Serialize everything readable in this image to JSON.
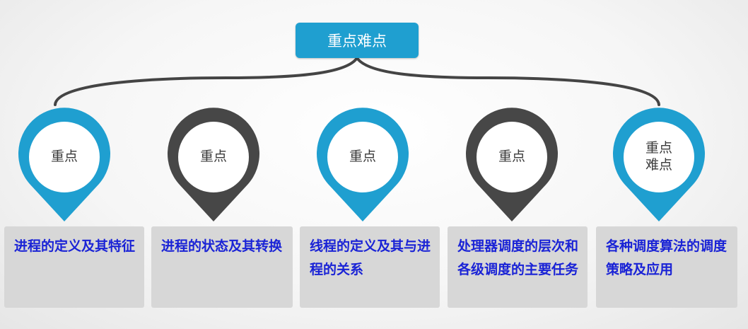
{
  "title": "重点难点",
  "colors": {
    "blue": "#1f9fd0",
    "dark": "#474747",
    "card": "#d7d7d7",
    "card_text": "#1a23d6"
  },
  "items": [
    {
      "pin_label": "重点",
      "pin_color": "blue",
      "card_text": "进程的定义及其特征"
    },
    {
      "pin_label": "重点",
      "pin_color": "dark",
      "card_text": "进程的状态及其转换"
    },
    {
      "pin_label": "重点",
      "pin_color": "blue",
      "card_text": "线程的定义及其与进程的关系"
    },
    {
      "pin_label": "重点",
      "pin_color": "dark",
      "card_text": "处理器调度的层次和各级调度的主要任务"
    },
    {
      "pin_label": "重点\n难点",
      "pin_color": "blue",
      "card_text": "各种调度算法的调度策略及应用"
    }
  ]
}
